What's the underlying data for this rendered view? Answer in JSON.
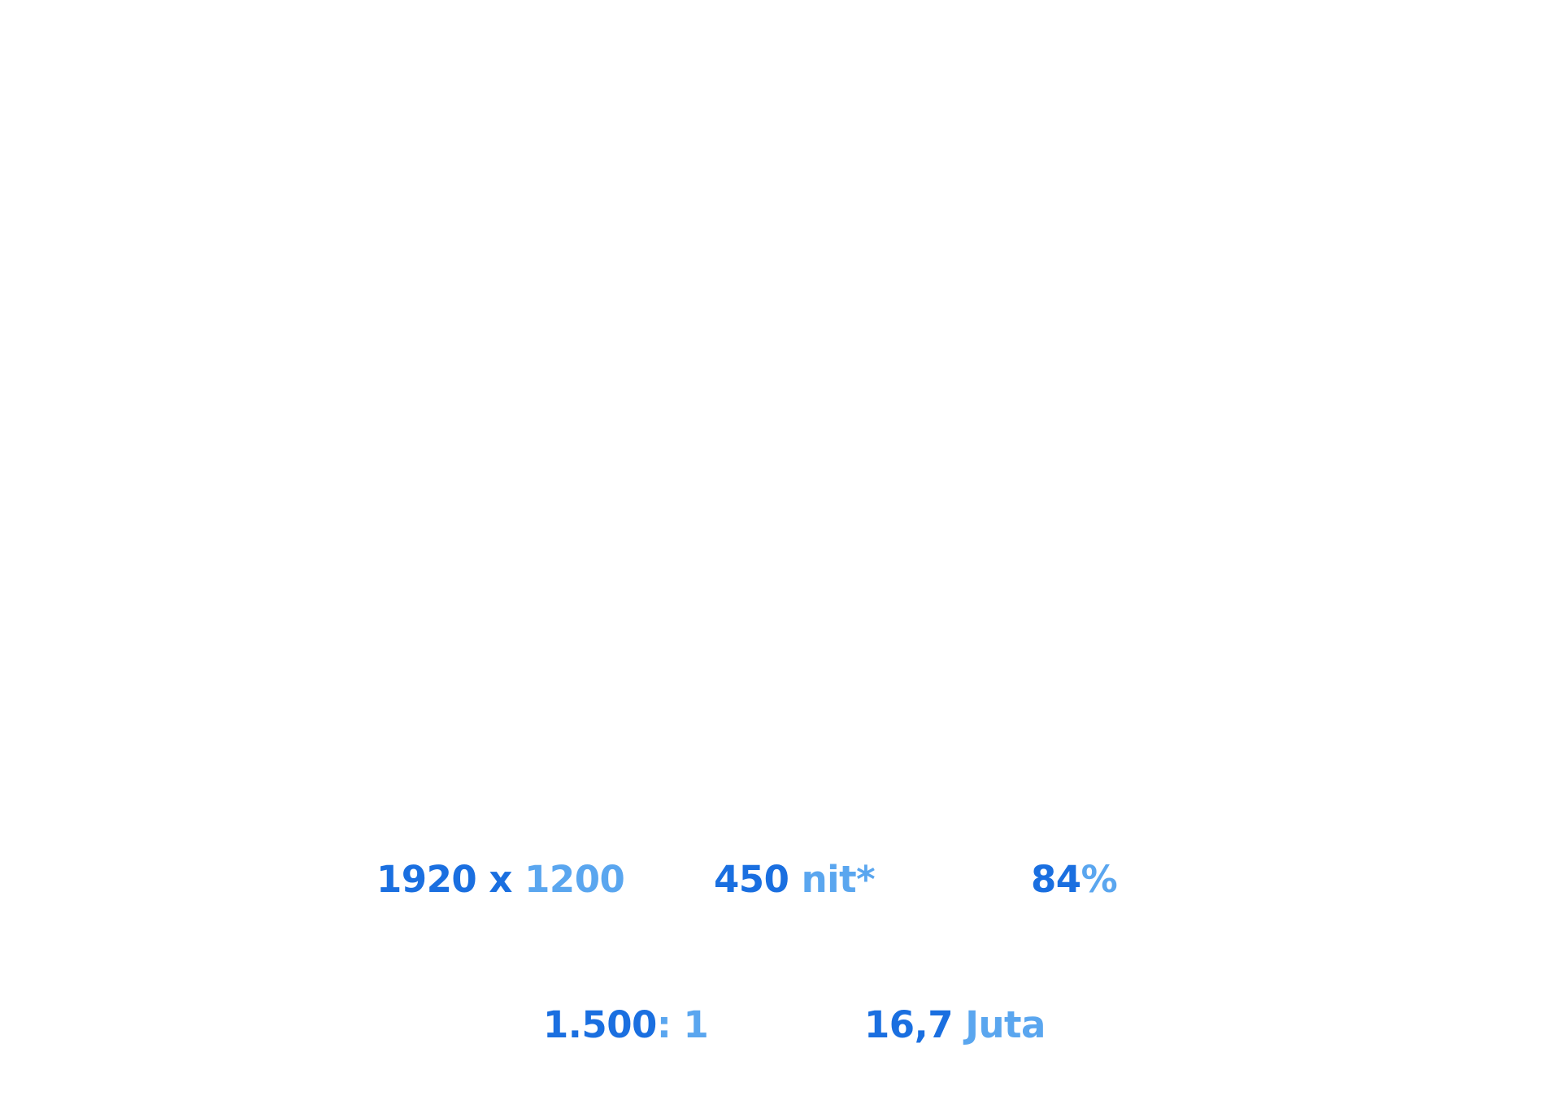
{
  "colors": {
    "primary": "#1a6fe0",
    "secondary": "#5aa6ef",
    "background": "#ffffff"
  },
  "specs": {
    "resolution": {
      "primary": "1920 x",
      "secondary": "1200"
    },
    "brightness": {
      "primary": "450",
      "secondary": "nit*"
    },
    "gamut": {
      "primary": "84",
      "secondary": "%"
    },
    "contrast": {
      "primary": "1.500",
      "secondary": ": 1"
    },
    "colors": {
      "primary": "16,7",
      "secondary": "Juta"
    }
  }
}
